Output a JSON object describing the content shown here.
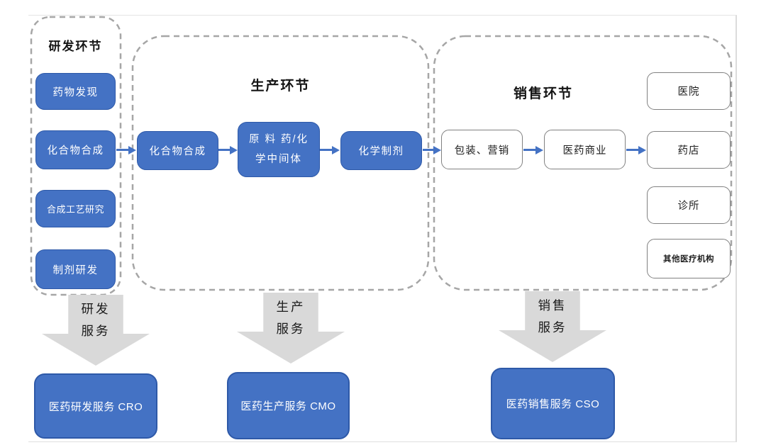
{
  "diagram": {
    "type": "pharma-value-chain-flow",
    "colors": {
      "accent_blue_fill": "#4472C4",
      "accent_blue_border": "#2E59A8",
      "dashed_container_gray": "#A6A6A6",
      "block_arrow_gray": "#D9D9D9",
      "white_box_border": "#818181",
      "text_dark": "#141414",
      "text_white": "#FFFFFF"
    }
  },
  "sections": {
    "rd": {
      "title": "研发环节",
      "boxes": [
        {
          "label": "药物发现"
        },
        {
          "label": "化合物合成"
        },
        {
          "label": "合成工艺研究"
        },
        {
          "label": "制剂研发"
        }
      ]
    },
    "production": {
      "title": "生产环节",
      "boxes": [
        {
          "label": "化合物合成"
        },
        {
          "line1": "原 料 药/化",
          "line2": "学中间体"
        },
        {
          "label": "化学制剂"
        }
      ]
    },
    "sales": {
      "title": "销售环节",
      "flow_boxes": [
        {
          "label": "包装、营销"
        },
        {
          "label": "医药商业"
        }
      ],
      "channels": [
        {
          "label": "医院"
        },
        {
          "label": "药店"
        },
        {
          "label": "诊所"
        },
        {
          "label": "其他医疗机构"
        }
      ]
    }
  },
  "service_arrows": [
    {
      "line1": "研发",
      "line2": "服务"
    },
    {
      "line1": "生产",
      "line2": "服务"
    },
    {
      "line1": "销售",
      "line2": "服务"
    }
  ],
  "service_companies": [
    {
      "label": "医药研发服务 CRO"
    },
    {
      "label": "医药生产服务 CMO"
    },
    {
      "label": "医药销售服务 CSO"
    }
  ]
}
